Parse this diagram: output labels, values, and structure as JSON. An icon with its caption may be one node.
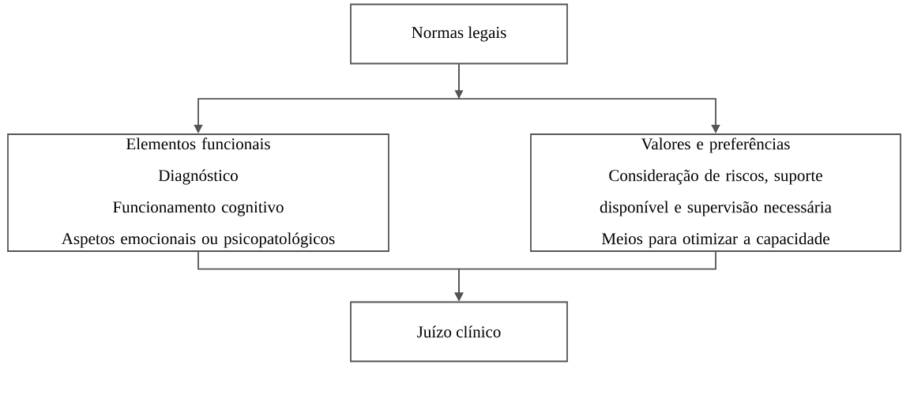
{
  "diagram": {
    "nodes": [
      {
        "text": [
          "Normas legais"
        ]
      },
      {
        "text": [
          "Elementos funcionais",
          "Diagnóstico",
          "Funcionamento cognitivo",
          "Aspetos emocionais ou psicopatológicos"
        ]
      },
      {
        "text": [
          "Valores e preferências",
          "Consideração de riscos, suporte disponível e supervisão necessária",
          "Meios para otimizar a capacidade"
        ]
      },
      {
        "text": [
          "Juízo clínico"
        ]
      }
    ],
    "edges": [
      {
        "from": 0,
        "to": 1,
        "arrow": "to"
      },
      {
        "from": 0,
        "to": 2,
        "arrow": "to"
      },
      {
        "from": 1,
        "to": 3,
        "arrow": "to"
      },
      {
        "from": 2,
        "to": 3,
        "arrow": "to"
      }
    ]
  }
}
